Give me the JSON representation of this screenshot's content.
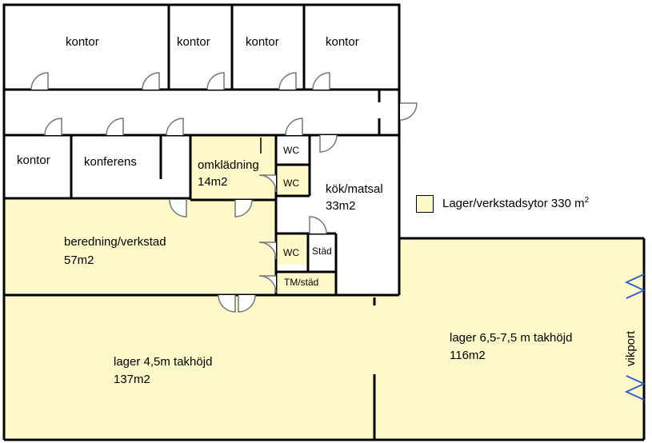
{
  "legend": {
    "color": "#fdf9c8",
    "label": "Lager/verkstadsytor 330 m",
    "superscript": "2"
  },
  "rooms": {
    "kontor_1": "kontor",
    "kontor_2": "kontor",
    "kontor_3": "kontor",
    "kontor_4": "kontor",
    "kontor_5": "kontor",
    "konferens": "konferens",
    "omkladning": {
      "name": "omklädning",
      "area": "14m2"
    },
    "wc_1": "WC",
    "wc_2": "WC",
    "wc_3": "WC",
    "stad": "Städ",
    "tm_stad": "TM/städ",
    "kok": {
      "name": "kök/matsal",
      "area": "33m2"
    },
    "beredning": {
      "name": "beredning/verkstad",
      "area": "57m2"
    },
    "lager_1": {
      "name": "lager 4,5m takhöjd",
      "area": "137m2"
    },
    "lager_2": {
      "name": "lager 6,5-7,5 m takhöjd",
      "area": "116m2"
    },
    "vikport": "vikport"
  }
}
